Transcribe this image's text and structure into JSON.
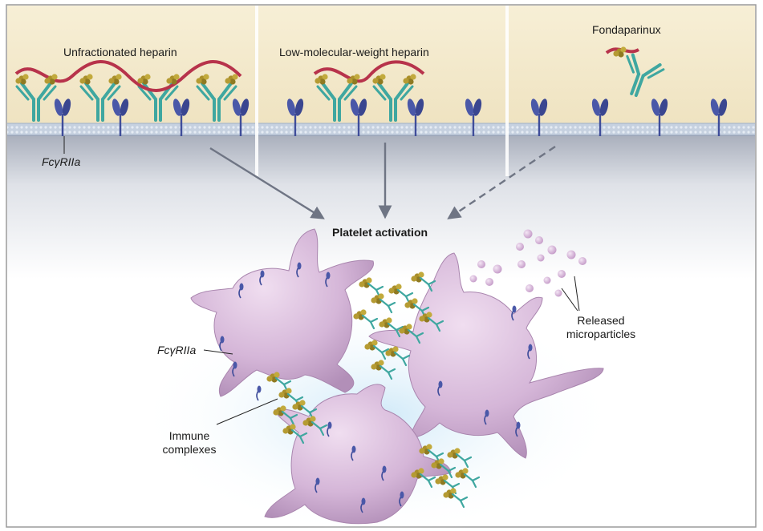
{
  "panels": {
    "unfractionated": "Unfractionated heparin",
    "lmwh": "Low-molecular-weight heparin",
    "fondaparinux": "Fondaparinux"
  },
  "receptor_label_top": "FcγRIIa",
  "receptor_label_bottom": "FcγRIIa",
  "center_label": "Platelet activation",
  "microparticles_label": [
    "Released",
    "microparticles"
  ],
  "immune_label": [
    "Immune",
    "complexes"
  ],
  "colors": {
    "membrane": "#b9c6d8",
    "receptor": "#3f4d9a",
    "antibody": "#3fa7a0",
    "heparin": "#b7334b",
    "pf4": "#b49a2e",
    "platelet": "#d7b9d9",
    "arrow": "#6f7584"
  }
}
